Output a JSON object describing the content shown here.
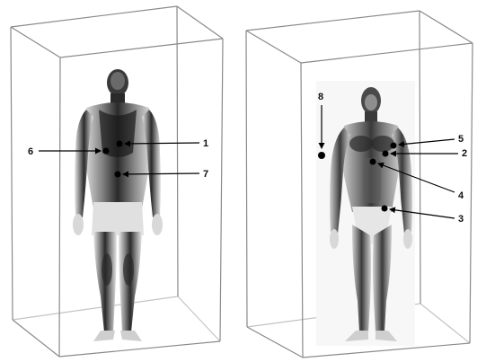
{
  "figure": {
    "left_panel": {
      "view": "back",
      "markers": [
        {
          "id": "1",
          "label": "1"
        },
        {
          "id": "6",
          "label": "6"
        },
        {
          "id": "7",
          "label": "7"
        }
      ]
    },
    "right_panel": {
      "view": "front",
      "markers": [
        {
          "id": "2",
          "label": "2"
        },
        {
          "id": "3",
          "label": "3"
        },
        {
          "id": "4",
          "label": "4"
        },
        {
          "id": "5",
          "label": "5"
        },
        {
          "id": "8",
          "label": "8"
        }
      ]
    },
    "colors": {
      "box_edge": "#8a8a8a",
      "body_dark": "#1a1a1a",
      "body_light": "#f2f2f2",
      "marker": "#000000",
      "panel_fill": "#f7f7f7"
    }
  }
}
